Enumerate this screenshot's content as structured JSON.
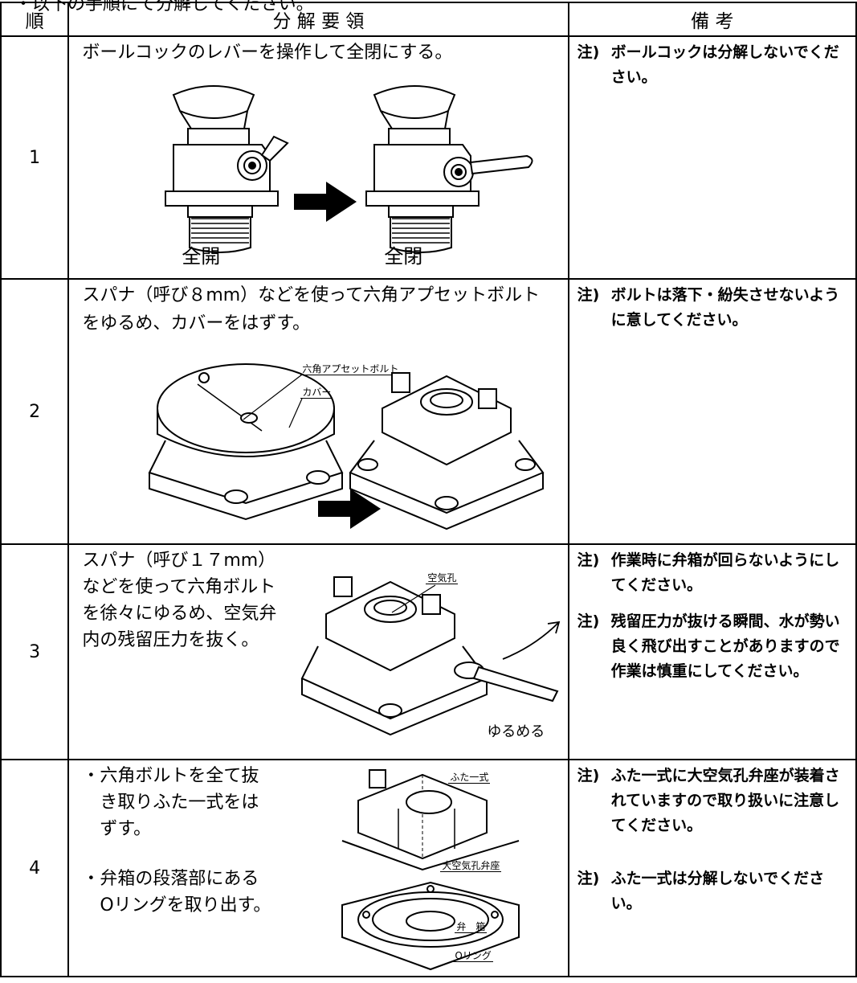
{
  "intro_text": "・以下の手順にて分解してください。",
  "header": {
    "no": "順",
    "main": "分 解 要 領",
    "note": "備 考"
  },
  "steps": [
    {
      "no": "1",
      "lines": [
        "ボールコックのレバーを操作して全閉にする。"
      ],
      "labels": {
        "open": "全開",
        "closed": "全閉"
      },
      "notes": [
        {
          "prefix": "注)",
          "text": "ボールコックは分解しないでください。"
        }
      ]
    },
    {
      "no": "2",
      "lines": [
        "スパナ（呼び８mm）などを使って六角アプセットボルト",
        "をゆるめ、カバーをはずす。"
      ],
      "labels": {
        "bolt": "六角アプセットボルト",
        "cover": "カバー"
      },
      "notes": [
        {
          "prefix": "注)",
          "text": "ボルトは落下・紛失させないように意してください。"
        }
      ]
    },
    {
      "no": "3",
      "lines": [
        "スパナ（呼び１７mm）",
        "などを使って六角ボルト",
        "を徐々にゆるめ、空気弁",
        "内の残留圧力を抜く。"
      ],
      "labels": {
        "air_hole": "空気孔",
        "loosen": "ゆるめる"
      },
      "notes": [
        {
          "prefix": "注)",
          "text": "作業時に弁箱が回らないようにしてください。"
        },
        {
          "prefix": "注)",
          "text": "残留圧力が抜ける瞬間、水が勢い良く飛び出すことがありますので作業は慎重にしてください。"
        }
      ]
    },
    {
      "no": "4",
      "bullets": [
        {
          "mark": "・",
          "lines": [
            "六角ボルトを全て抜",
            "き取りふた一式をは",
            "ずす。"
          ]
        },
        {
          "mark": "・",
          "lines": [
            "弁箱の段落部にある",
            "Oリングを取り出す。"
          ]
        }
      ],
      "labels": {
        "lid": "ふた一式",
        "seat": "大空気孔弁座",
        "body": "弁　箱",
        "oring": "Oリング"
      },
      "notes": [
        {
          "prefix": "注)",
          "text": "ふた一式に大空気孔弁座が装着されていますので取り扱いに注意してください。"
        },
        {
          "prefix": "注)",
          "text": "ふた一式は分解しないでください。"
        }
      ]
    }
  ]
}
